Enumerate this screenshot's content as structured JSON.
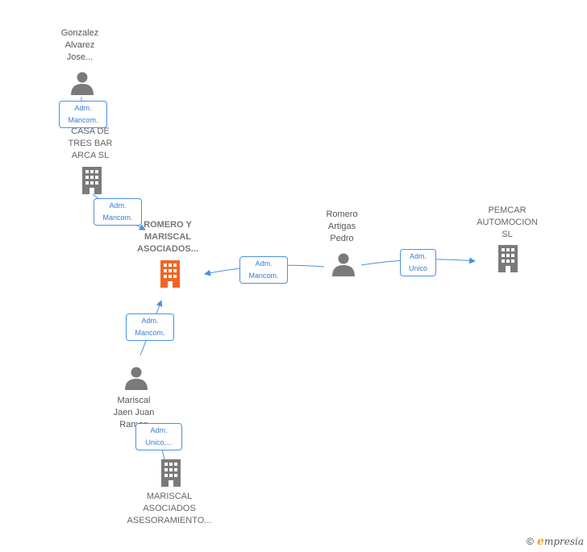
{
  "nodes": {
    "gonzalez": {
      "name": "Gonzalez Alvarez Jose...",
      "lines": [
        "Gonzalez",
        "Alvarez",
        "Jose..."
      ]
    },
    "casa": {
      "name": "CASA DE TRES BAR ARCA SL",
      "lines": [
        "CASA DE",
        "TRES BAR",
        "ARCA  SL"
      ]
    },
    "romero_mariscal": {
      "name": "ROMERO Y MARISCAL ASOCIADOS...",
      "lines": [
        "ROMERO Y",
        "MARISCAL",
        "ASOCIADOS..."
      ]
    },
    "romero_artigas": {
      "name": "Romero Artigas Pedro",
      "lines": [
        "Romero",
        "Artigas",
        "Pedro"
      ]
    },
    "pemcar": {
      "name": "PEMCAR AUTOMOCION SL",
      "lines": [
        "PEMCAR",
        "AUTOMOCION",
        "SL"
      ]
    },
    "mariscal_jaen": {
      "name": "Mariscal Jaen Juan Ramon",
      "lines": [
        "Mariscal",
        "Jaen Juan",
        "Ramon"
      ]
    },
    "mariscal_asociados": {
      "name": "MARISCAL ASOCIADOS ASESORAMIENTO...",
      "lines": [
        "MARISCAL",
        "ASOCIADOS",
        "ASESORAMIENTO..."
      ]
    }
  },
  "edges": {
    "gonzalez_casa": [
      "Adm.",
      "Mancom."
    ],
    "casa_romero": [
      "Adm.",
      "Mancom."
    ],
    "artigas_romero": [
      "Adm.",
      "Mancom."
    ],
    "artigas_pemcar": [
      "Adm.",
      "Unico"
    ],
    "jaen_romero": [
      "Adm.",
      "Mancom."
    ],
    "jaen_asociados": [
      "Adm.",
      "Unico,..."
    ]
  },
  "footer": {
    "copyright_symbol": "©",
    "brand_first": "e",
    "brand_rest": "mpresia"
  },
  "colors": {
    "focal": "#f26522",
    "node": "#7a7a7a",
    "edge": "#4a90e2"
  }
}
